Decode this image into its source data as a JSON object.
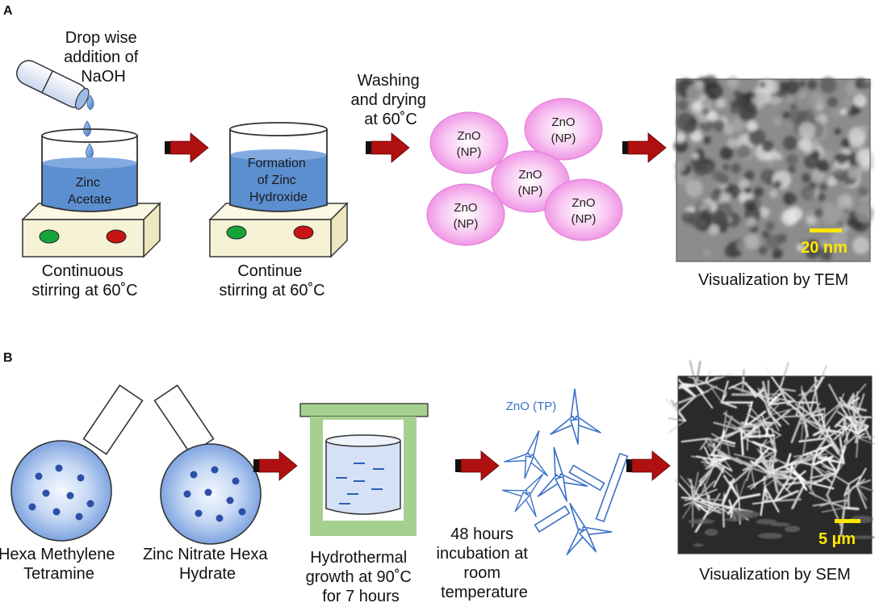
{
  "panel_a": {
    "letter": "A",
    "naoh_label": [
      "Drop wise",
      "addition of",
      "NaOH"
    ],
    "beaker1_content": [
      "Zinc",
      "Acetate"
    ],
    "beaker1_caption": [
      "Continuous",
      "stirring at 60˚C"
    ],
    "beaker2_content": [
      "Formation",
      "of Zinc",
      "Hydroxide"
    ],
    "beaker2_caption": [
      "Continue",
      "stirring at 60˚C"
    ],
    "washing_label": [
      "Washing",
      "and drying",
      "at 60˚C"
    ],
    "nanoparticle_label": [
      "ZnO",
      "(NP)"
    ],
    "micrograph_scale": "20 nm",
    "micrograph_caption": "Visualization by TEM"
  },
  "panel_b": {
    "letter": "B",
    "flask1_caption": [
      "Hexa Methylene",
      "Tetramine"
    ],
    "flask2_caption": [
      "Zinc Nitrate Hexa",
      "Hydrate"
    ],
    "autoclave_caption": [
      "Hydrothermal",
      "growth at 90˚C",
      "for 7 hours"
    ],
    "incubation_caption": [
      "48 hours",
      "incubation at",
      "room",
      "temperature"
    ],
    "tetrapod_label": "ZnO (TP)",
    "micrograph_scale": "5 µm",
    "micrograph_caption": "Visualization by SEM"
  },
  "colors": {
    "arrow": "#b01010",
    "liquid": "#5b8fd0",
    "nanoparticle": "#f29ae8",
    "tetrapod": "#3a70c8",
    "autoclave": "#a6d090",
    "scale_bar": "#ffe800",
    "hotplate": "#f6f2d6",
    "knob_green": "#16a33a",
    "knob_red": "#c81414"
  }
}
